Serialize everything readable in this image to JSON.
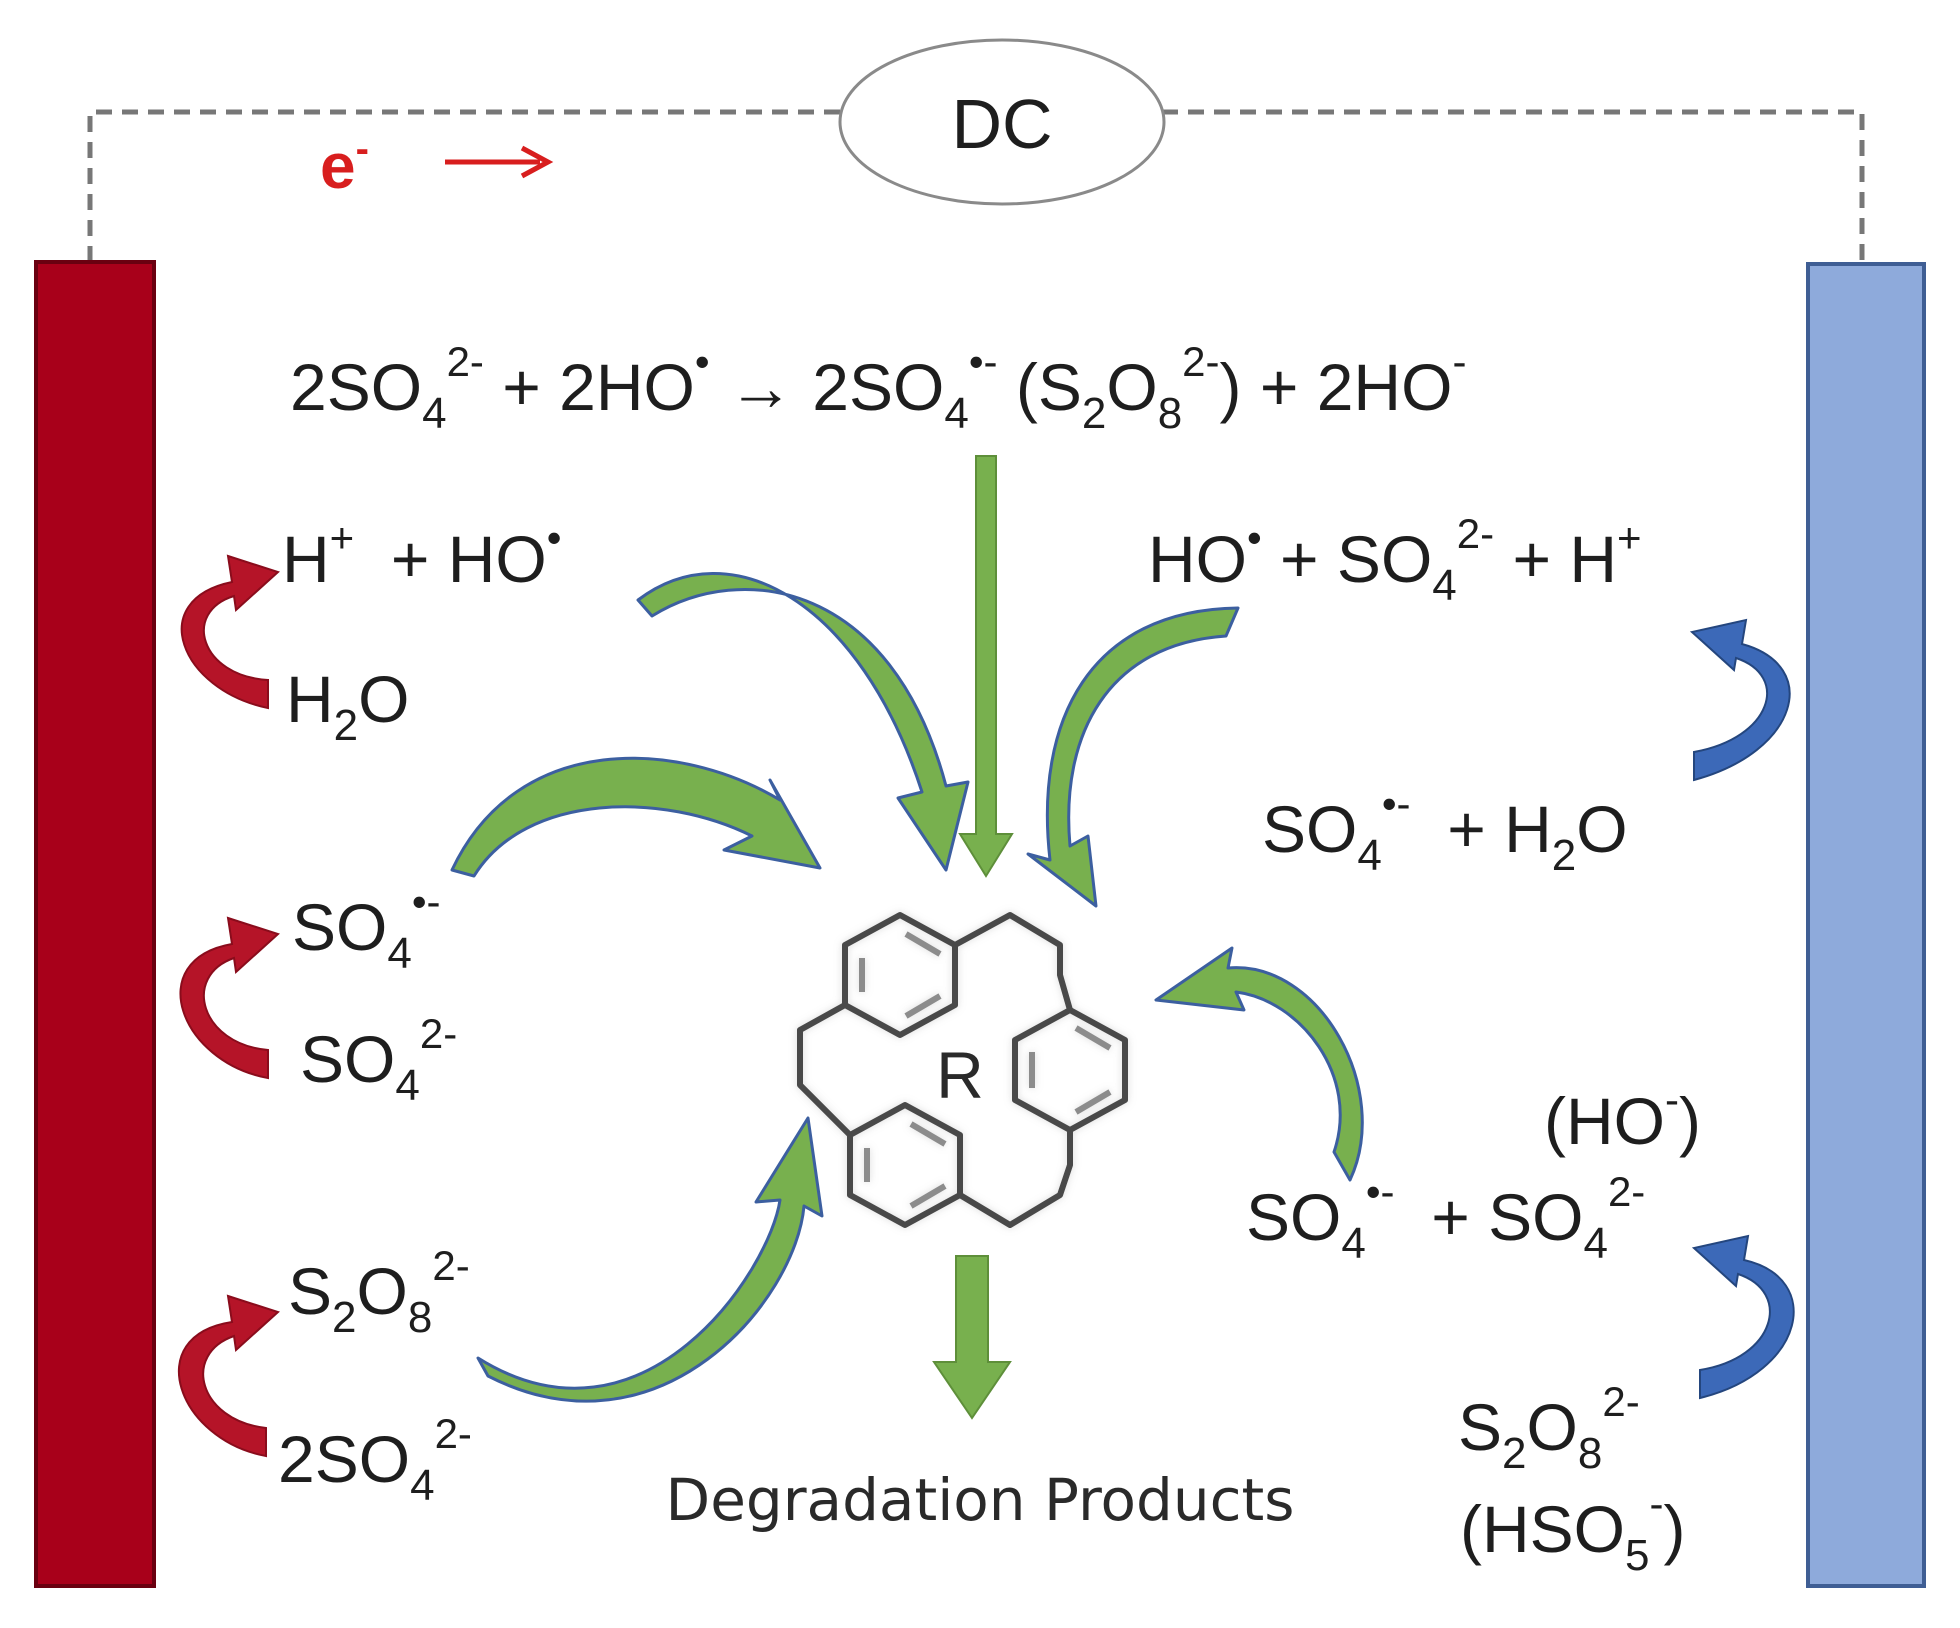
{
  "power_source": {
    "label": "DC"
  },
  "electron_flow": {
    "symbol": "e",
    "charge": "-",
    "arrow": "⟶"
  },
  "center_equation": {
    "parts": [
      "2SO",
      "4",
      "2-",
      " + 2HO",
      "•",
      " → 2SO",
      "4",
      "•-",
      " (S",
      "2",
      "O",
      "8",
      "2-",
      ") + 2HO",
      "-"
    ]
  },
  "central_molecule": {
    "label": "R"
  },
  "products_label": "Degradation Products",
  "anode_side": {
    "pair1": {
      "product": [
        "H",
        "+",
        "  + HO",
        "•"
      ],
      "reactant": [
        "H",
        "2",
        "O"
      ]
    },
    "pair2": {
      "product": [
        "SO",
        "4",
        "•-"
      ],
      "reactant": [
        "SO",
        "4",
        "2-"
      ]
    },
    "pair3": {
      "product": [
        "S",
        "2",
        "O",
        "8",
        "2-"
      ],
      "reactant": [
        "2SO",
        "4",
        "2-"
      ]
    }
  },
  "cathode_side": {
    "pair1": {
      "product": [
        "HO",
        "•",
        " + SO",
        "4",
        "2-",
        " + H",
        "+"
      ],
      "reactant": [
        "SO",
        "4",
        "•-",
        "  + H",
        "2",
        "O"
      ]
    },
    "pair2": {
      "product_note": [
        "(HO",
        "-",
        ")"
      ],
      "product": [
        "SO",
        "4",
        "•-",
        "  + SO",
        "4",
        "2-"
      ],
      "reactant": [
        "S",
        "2",
        "O",
        "8",
        "2-"
      ],
      "reactant_note": [
        "(HSO",
        "5",
        "-",
        ")"
      ]
    }
  },
  "colors": {
    "anode": "#a8001a",
    "cathode": "#8eaadb",
    "anode_arrow": "#b51428",
    "cathode_arrow": "#3c69b8",
    "radical_arrow": "#78b04e",
    "radical_arrow_edge": "#3c5fa0",
    "wire": "#777777",
    "electron": "#d81e1e"
  }
}
